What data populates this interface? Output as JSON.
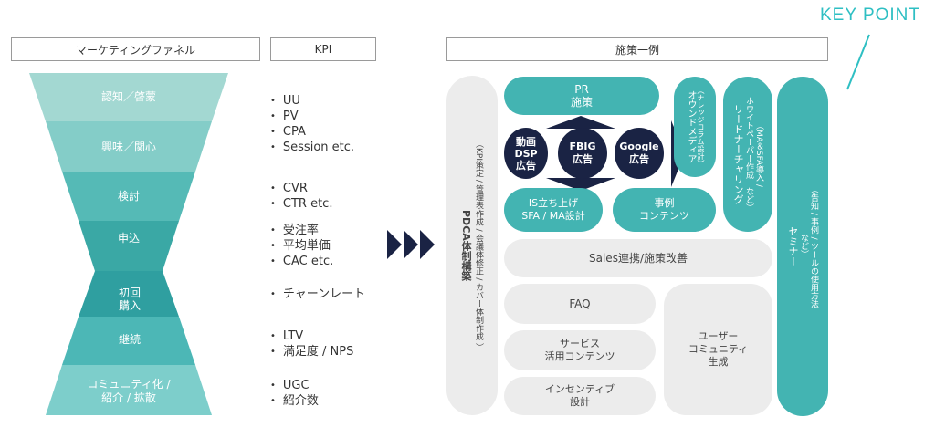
{
  "headers": {
    "funnel": "マーケティングファネル",
    "kpi": "KPI",
    "measures": "施策一例"
  },
  "keypoint": "KEY POINT",
  "funnel": {
    "top_stages": [
      "認知／啓蒙",
      "興味／関心",
      "検討",
      "申込"
    ],
    "bottom_stages": [
      "初回\n購入",
      "継続",
      "コミュニティ化 /\n紹介 / 拡散"
    ],
    "colors": [
      "#a3d8d2",
      "#84cdc8",
      "#55bab6",
      "#3aa8a5",
      "#2f9fa0",
      "#4cb7b6",
      "#7dcecb"
    ]
  },
  "kpi_groups": [
    [
      "UU",
      "PV",
      "CPA",
      "Session  etc."
    ],
    [
      "CVR",
      "CTR etc."
    ],
    [
      "受注率",
      "平均単価",
      "CAC etc."
    ],
    [
      "チャーンレート"
    ],
    [
      "LTV",
      "満足度 / NPS"
    ],
    [
      "UGC",
      "紹介数"
    ]
  ],
  "measures": {
    "pdca": {
      "title": "PDCA体制構築",
      "sub": "（KPI策定 / 管理表作成 / 会議体修正 / カバー体制作成 ）"
    },
    "pr": "PR\n施策",
    "ads": [
      "動画\nDSP\n広告",
      "FBIG\n広告",
      "Google\n広告"
    ],
    "is_setup": "IS立ち上げ\nSFA / MA設計",
    "case_content": "事例\nコンテンツ",
    "owned_media": {
      "title": "オウンドメディア",
      "sub": "（ナレッジコラム設計）"
    },
    "lead_nurturing": {
      "title": "リードナーチャリング",
      "sub": "（MA＆SFA導入 /\nホワイトペーパー作成　など）"
    },
    "seminar": {
      "title": "セミナー",
      "sub": "（告知 / 事例 / ツールの使用方法\nなど）"
    },
    "sales": "Sales連携/施策改善",
    "faq": "FAQ",
    "service_content": "サービス\n活用コンテンツ",
    "incentive": "インセンティブ\n設計",
    "user_community": "ユーザー\nコミュニティ\n生成"
  },
  "colors": {
    "teal": "#43b4b2",
    "navy": "#1a2344",
    "gray": "#ececec",
    "accent": "#2ebfc3"
  }
}
